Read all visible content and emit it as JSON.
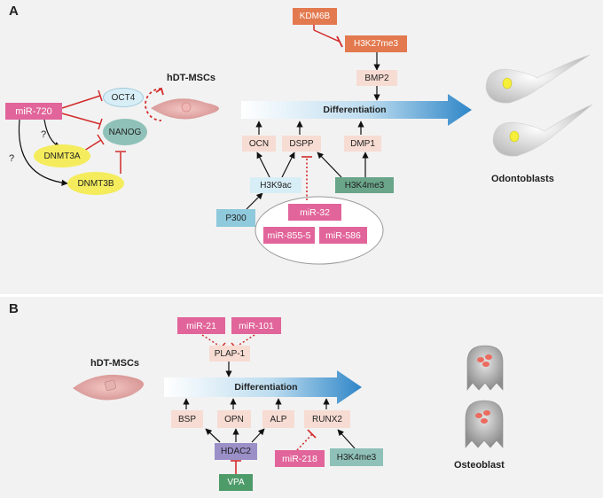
{
  "colors": {
    "panel_bg": "#f2f2f2",
    "pink": "#e1659a",
    "light_pink": "#f7dcd3",
    "green": "#6aa58a",
    "green_alt": "#4e9b6a",
    "blue": "#8fc9dc",
    "yellow": "#f4ec5c",
    "orange": "#e3794f",
    "purple": "#9b8fc8",
    "light_blue": "#d8eef6",
    "teal": "#8fc1b8",
    "inhibit_red": "#d22b2b",
    "arrow_blue": "#3a8fcf"
  },
  "panel_a": {
    "letter": "A",
    "cell_label": "hDT-MSCs",
    "differentiation": "Differentiation",
    "target": "Odontoblasts",
    "kdm6b": "KDM6B",
    "h3k27me3": "H3K27me3",
    "bmp2": "BMP2",
    "mir720": "miR-720",
    "oct4": "OCT4",
    "nanog": "NANOG",
    "dnmt3a": "DNMT3A",
    "dnmt3b": "DNMT3B",
    "q1": "?",
    "q2": "?",
    "ocn": "OCN",
    "dspp": "DSPP",
    "dmp1": "DMP1",
    "h3k9ac": "H3K9ac",
    "h3k4me3": "H3K4me3",
    "p300": "P300",
    "mir32": "miR-32",
    "mir855": "miR-855-5",
    "mir586": "miR-586"
  },
  "panel_b": {
    "letter": "B",
    "cell_label": "hDT-MSCs",
    "differentiation": "Differentiation",
    "target": "Osteoblast",
    "mir21": "miR-21",
    "mir101": "miR-101",
    "plap1": "PLAP-1",
    "bsp": "BSP",
    "opn": "OPN",
    "alp": "ALP",
    "runx2": "RUNX2",
    "hdac2": "HDAC2",
    "vpa": "VPA",
    "mir218": "miR-218",
    "h3k4me3": "H3K4me3"
  }
}
